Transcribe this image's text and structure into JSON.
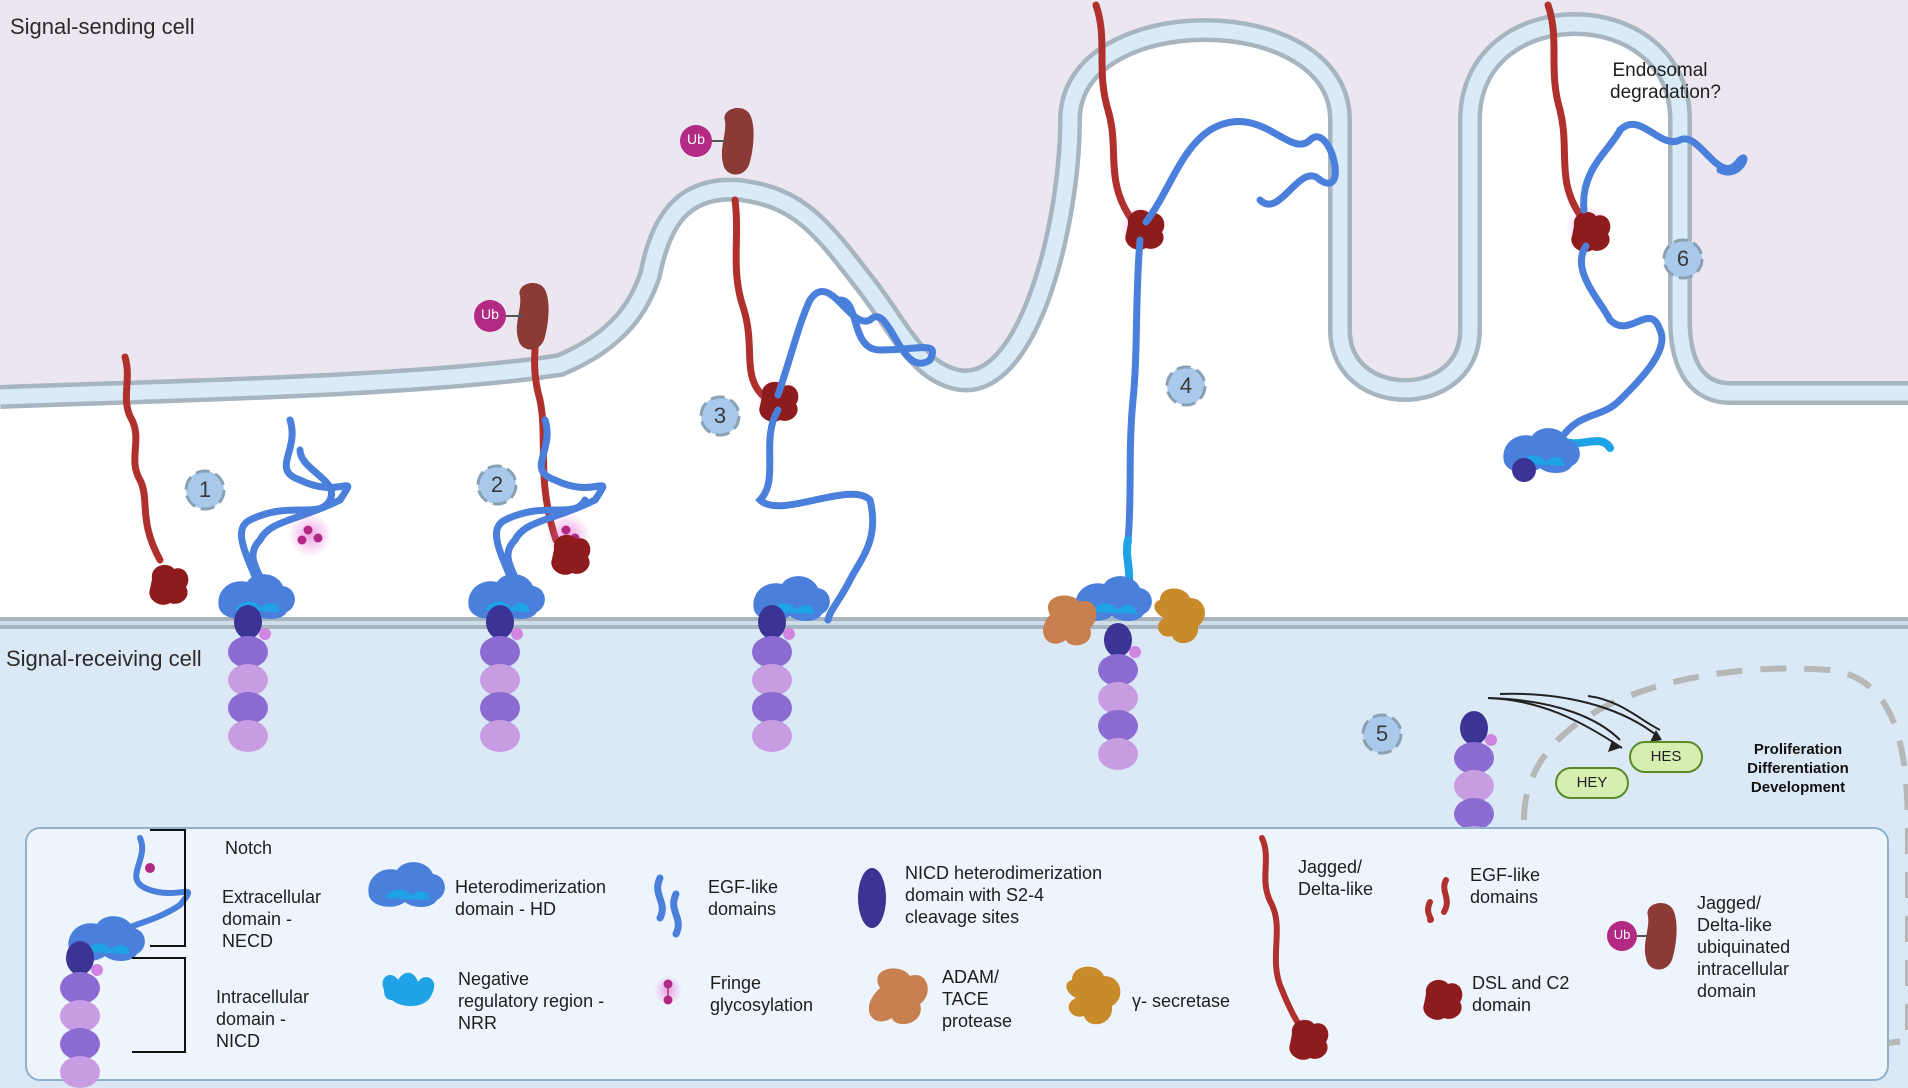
{
  "regions": {
    "sending": "Signal-sending cell",
    "receiving": "Signal-receiving cell"
  },
  "steps": [
    "1",
    "2",
    "3",
    "4",
    "5",
    "6"
  ],
  "annotations": {
    "endosomal": [
      "Endosomal",
      "degradation?"
    ],
    "ub": "Ub"
  },
  "nucleus": {
    "genes": [
      "HES",
      "HEY"
    ],
    "outcomes": [
      "Proliferation",
      "Differentiation",
      "Development"
    ]
  },
  "legend": {
    "notch": "Notch",
    "necd": [
      "Extracellular",
      "domain -",
      "NECD"
    ],
    "nicd": [
      "Intracellular",
      "domain -",
      "NICD"
    ],
    "hd": [
      "Heterodimerization",
      "domain - HD"
    ],
    "nrr": [
      "Negative",
      "regulatory region -",
      "NRR"
    ],
    "egf_notch": [
      "EGF-like",
      "domains"
    ],
    "fringe": [
      "Fringe",
      "glycosylation"
    ],
    "nicd_hd": [
      "NICD heterodimerization",
      "domain with S2-4",
      "cleavage sites"
    ],
    "adam": [
      "ADAM/",
      "TACE",
      "protease"
    ],
    "gamma": "γ- secretase",
    "jagged": [
      "Jagged/",
      "Delta-like"
    ],
    "egf_ligand": [
      "EGF-like",
      "domains"
    ],
    "dsl": [
      "DSL and C2",
      "domain"
    ],
    "ub": "Ub",
    "ub_domain": [
      "Jagged/",
      "Delta-like",
      "ubiquinated",
      "intracellular",
      "domain"
    ]
  },
  "colors": {
    "sending_bg": "#ebe6ef",
    "receiving_bg": "#dbe9f6",
    "membrane": "#a6b5c0",
    "membrane_fill": "#d8ebf6",
    "notch_blue": "#4a7fdc",
    "nrr_blue": "#1fa2e6",
    "nicd_dark": "#3b3494",
    "nicd_purple": "#8a6bd1",
    "nicd_pink": "#c79ce1",
    "ligand_red": "#b0302d",
    "dsl_red": "#8e1c1c",
    "ub_magenta": "#b22a83",
    "ub_brown": "#8b3a36",
    "adam": "#c9804f",
    "gamma": "#c98a2a",
    "gene_fill": "#d6efb0",
    "gene_stroke": "#5a8a2a"
  }
}
